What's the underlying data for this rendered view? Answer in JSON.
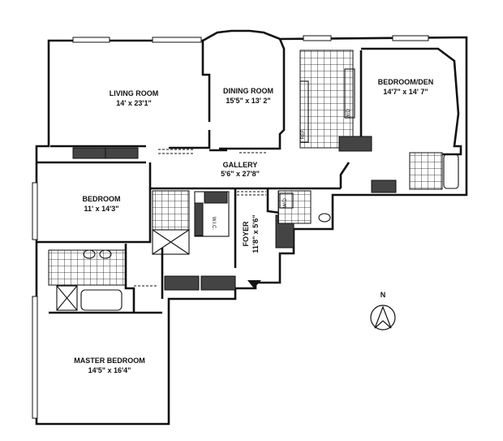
{
  "plan": {
    "rooms": [
      {
        "name": "LIVING ROOM",
        "size": "14' x 23'1\""
      },
      {
        "name": "DINING ROOM",
        "size": "15'5\" x 13' 2\""
      },
      {
        "name": "BEDROOM/DEN",
        "size": "14'7\" x 14' 7\""
      },
      {
        "name": "GALLERY",
        "size": "5'6\" x 27'8\""
      },
      {
        "name": "BEDROOM",
        "size": "11' x 14'3\""
      },
      {
        "name": "FOYER",
        "size": "11'8\" x 5'6\""
      },
      {
        "name": "MASTER BEDROOM",
        "size": "14'5\" x 16'4\""
      }
    ],
    "small_labels": {
      "wic": "W.I.C.",
      "ref": "REF.",
      "wd1": "W/D",
      "wd2": "W/D"
    },
    "compass": {
      "label": "N"
    }
  }
}
